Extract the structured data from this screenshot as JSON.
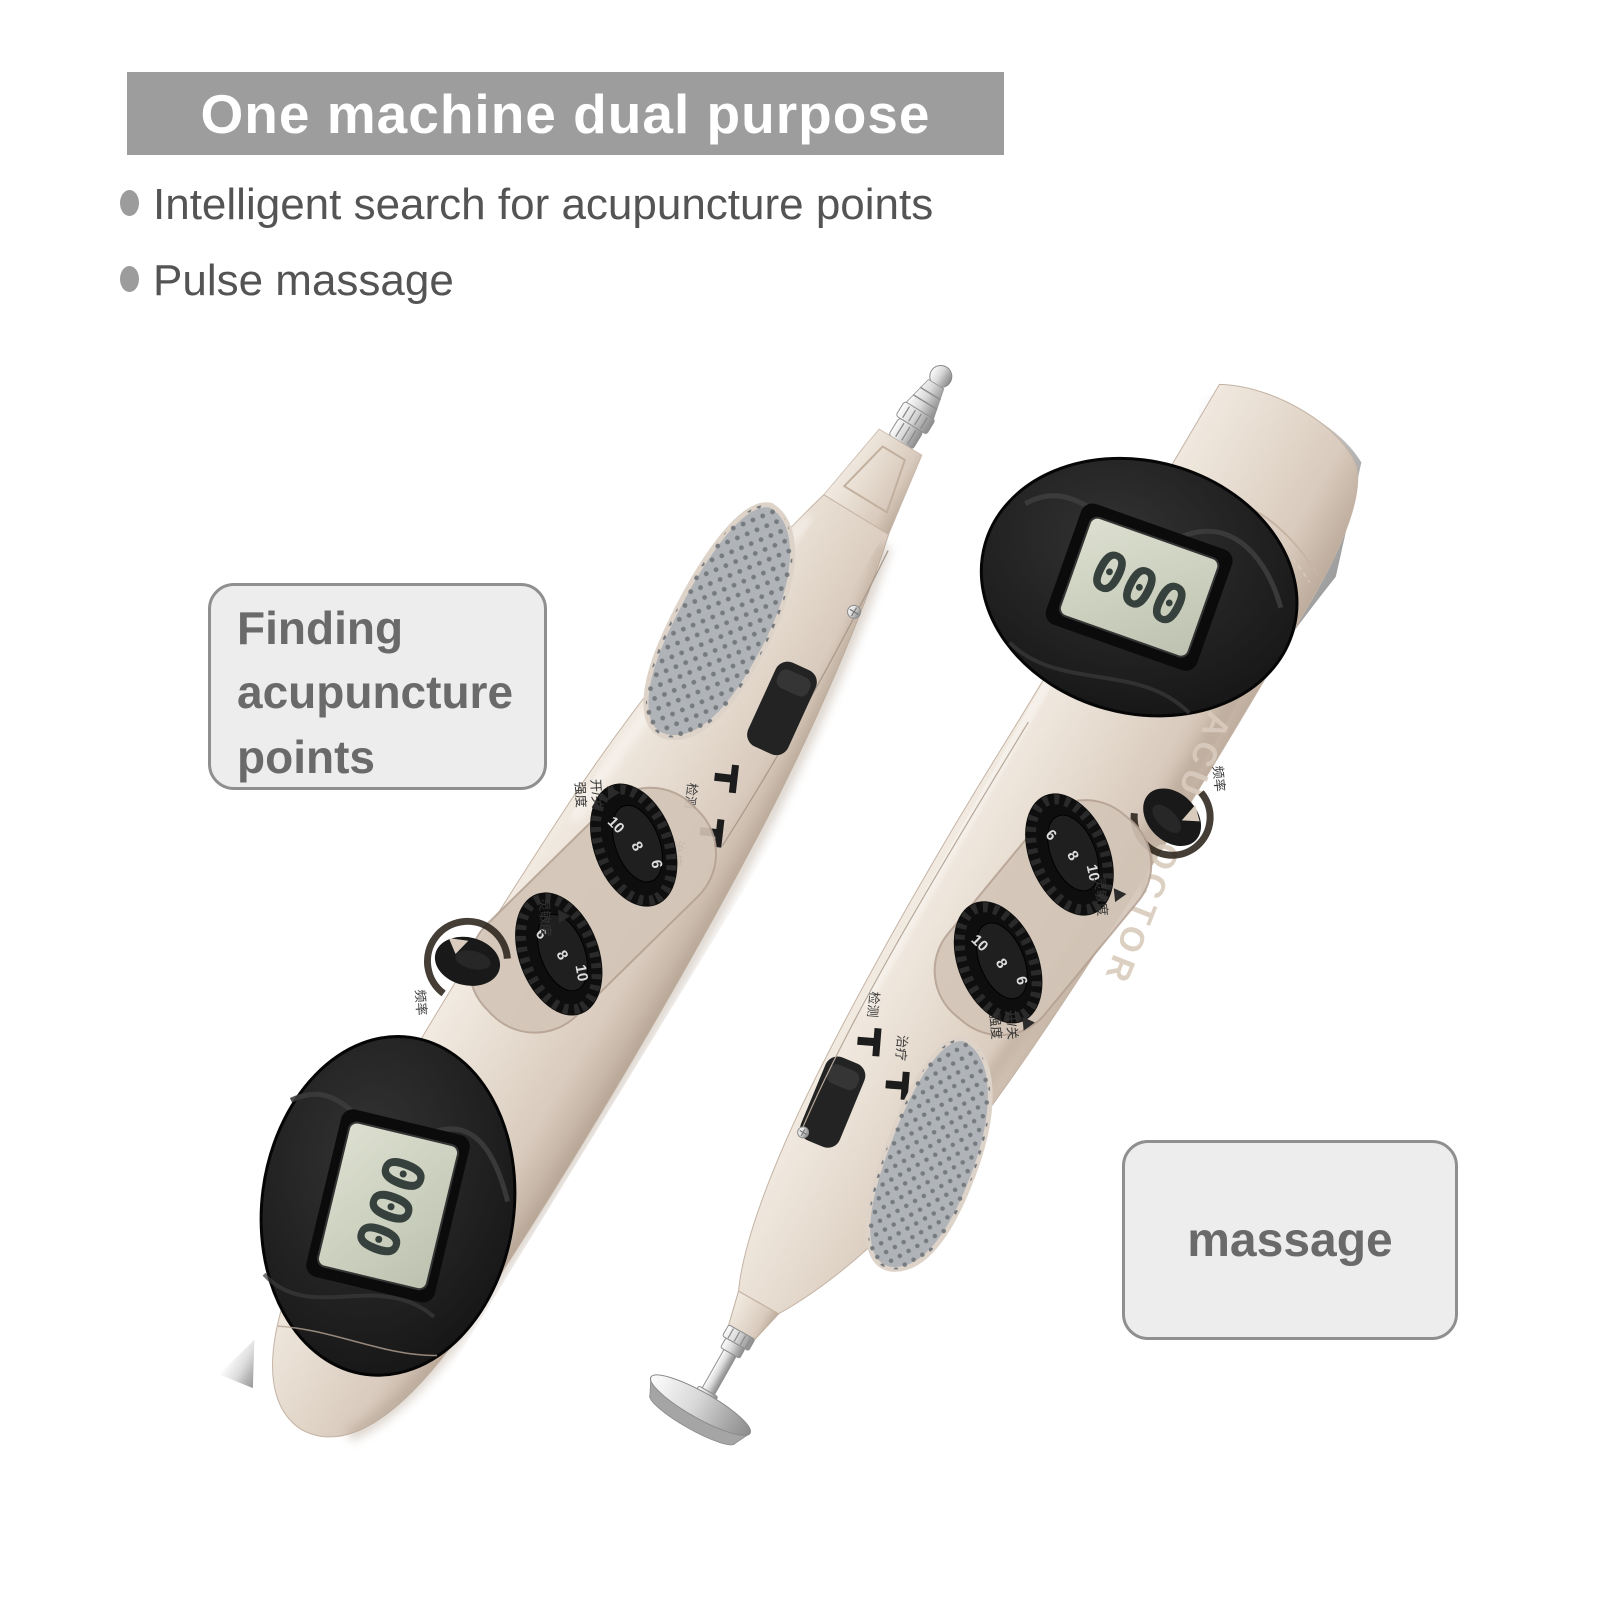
{
  "header": {
    "title": "One machine dual purpose"
  },
  "features": [
    {
      "text": "Intelligent search for acupuncture points"
    },
    {
      "text": "Pulse massage"
    }
  ],
  "callouts": {
    "finding": "Finding acupuncture points",
    "massage": "massage"
  },
  "device": {
    "brand": "ACU-DOCTOR",
    "lcd_value": "000",
    "scale": [
      "10",
      "8",
      "6"
    ],
    "labels_cn": {
      "frequency": "频率",
      "sensitivity": "灵敏度",
      "intensity_line1": "开/关",
      "intensity_line2": "强度",
      "detect": "检测",
      "treat": "治疗"
    }
  },
  "colors": {
    "banner_gray": "#9d9d9d",
    "text_gray": "#545454",
    "callout_bg": "#ededed",
    "callout_border": "#8f8f8f",
    "body_beige": "#e3d8cc",
    "pad_gray": "#b0b4b8",
    "module_black": "#1b1b1b",
    "lcd_screen": "#ccd1bf"
  }
}
